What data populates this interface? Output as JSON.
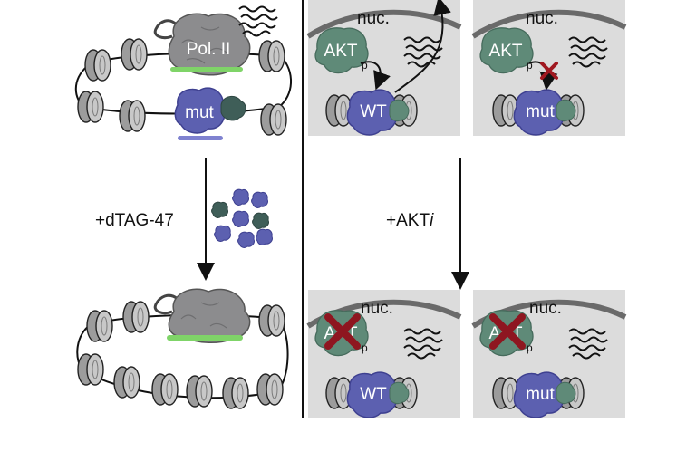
{
  "left_panel": {
    "polymerase_label": "Pol. II",
    "mutant_label": "mut",
    "treatment_label": "+dTAG-47"
  },
  "right_panel": {
    "treatment_label": "+AKTi",
    "treatment_prefix": "+AKT",
    "treatment_italic": "i",
    "nucleus_label": "nuc.",
    "kinase_label": "AKT",
    "phospho_label": "p",
    "wildtype_label": "WT",
    "mutant_label": "mut"
  },
  "colors": {
    "polymerase": "#8c8c8e",
    "mutant_protein": "#5c60b0",
    "akt": "#5f8a78",
    "dark_teal": "#3f5e58",
    "nucleosome": "#b0b0b0",
    "green_mark": "#7fd468",
    "inhibition_cross": "#a01820",
    "nucleus_fill": "#dcdcdc",
    "nucleus_edge": "#6a6a6a"
  },
  "icons": [
    "mrna-squiggle-icon",
    "nucleosome-icon",
    "inhibition-x-icon",
    "curved-arrow-icon",
    "down-arrow-icon"
  ]
}
